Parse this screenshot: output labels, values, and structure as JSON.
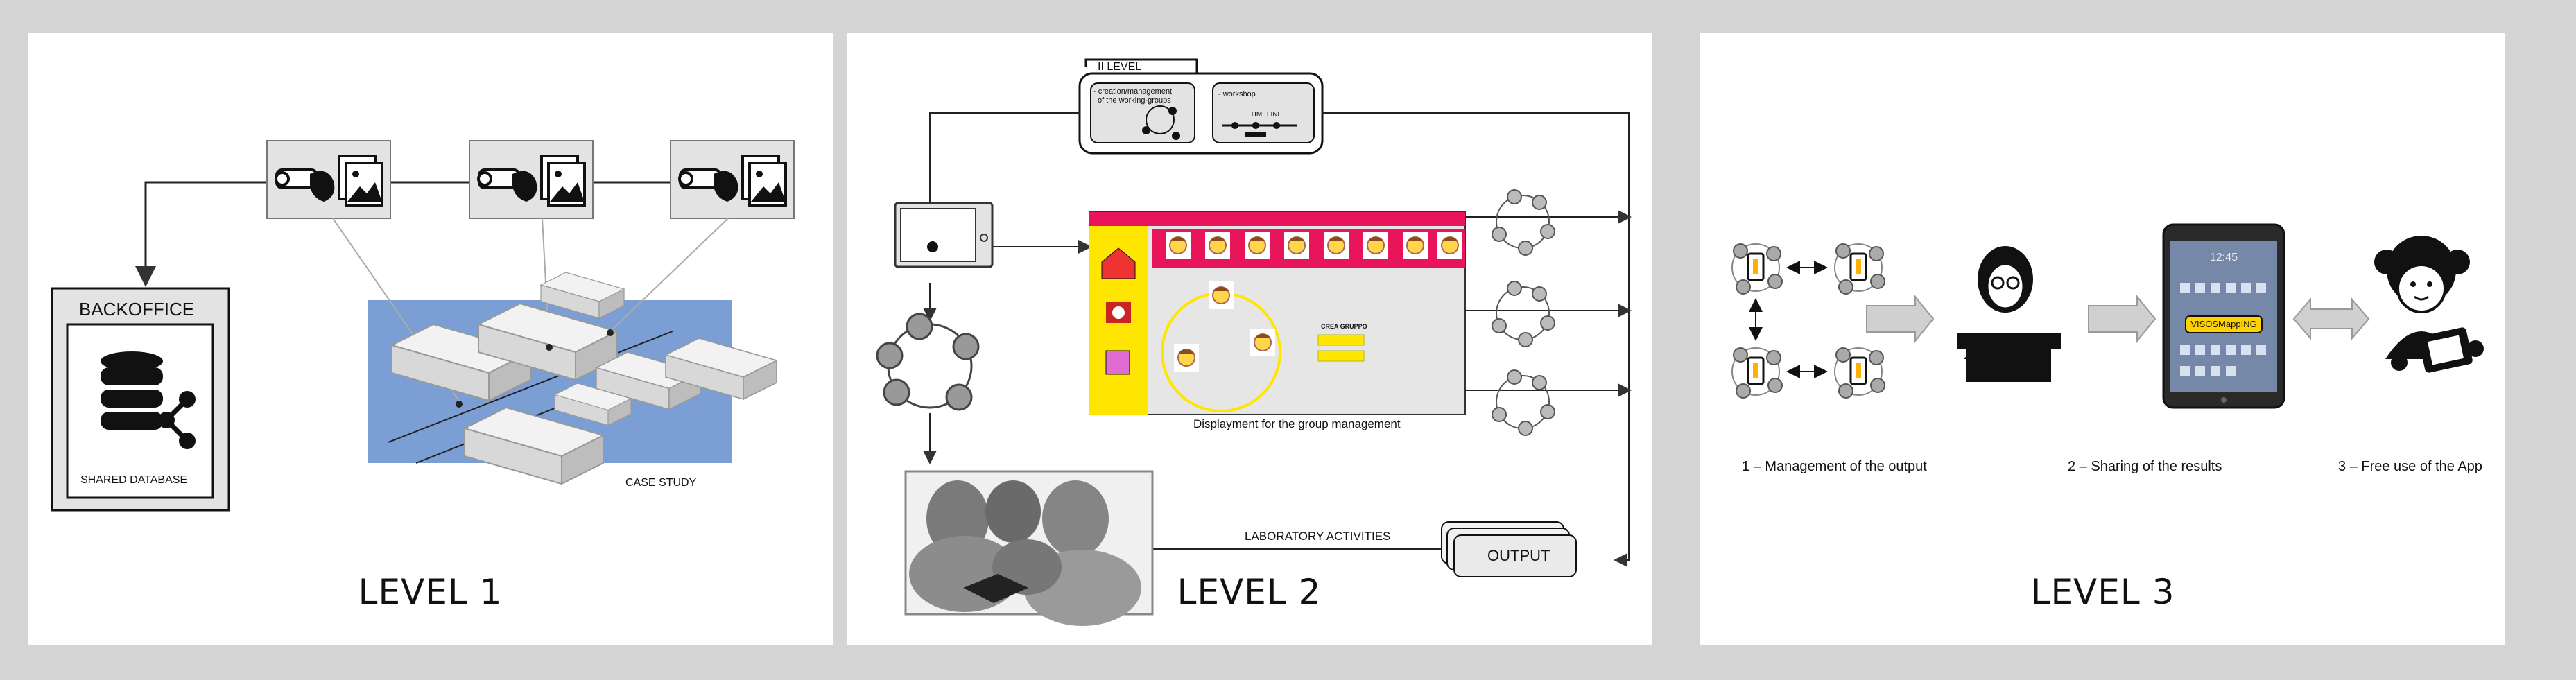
{
  "level1": {
    "title": "LEVEL 1",
    "backoffice": "BACKOFFICE",
    "shared_database": "SHARED DATABASE",
    "case_study": "CASE STUDY"
  },
  "level2": {
    "title": "LEVEL 2",
    "tab": "II LEVEL",
    "creation_label_1": "- creation/management",
    "creation_label_2": "of the working-groups",
    "workshop_label": "- workshop",
    "timeline": "TIMELINE",
    "display_caption": "Displayment for the group management",
    "crea_gruppo": "CREA GRUPPO",
    "laboratory": "LABORATORY ACTIVITIES",
    "output": "OUTPUT"
  },
  "level3": {
    "title": "LEVEL 3",
    "step1": "1 – Management of the output",
    "step2": "2 – Sharing of the results",
    "step3": "3 – Free use of the App",
    "tablet_time": "12:45",
    "app_name": "VISOSMappING"
  },
  "colors": {
    "frame": "#d4d4d4",
    "map_blue": "#7b9fd4",
    "magenta": "#e8155a",
    "yellow": "#ffe600"
  }
}
